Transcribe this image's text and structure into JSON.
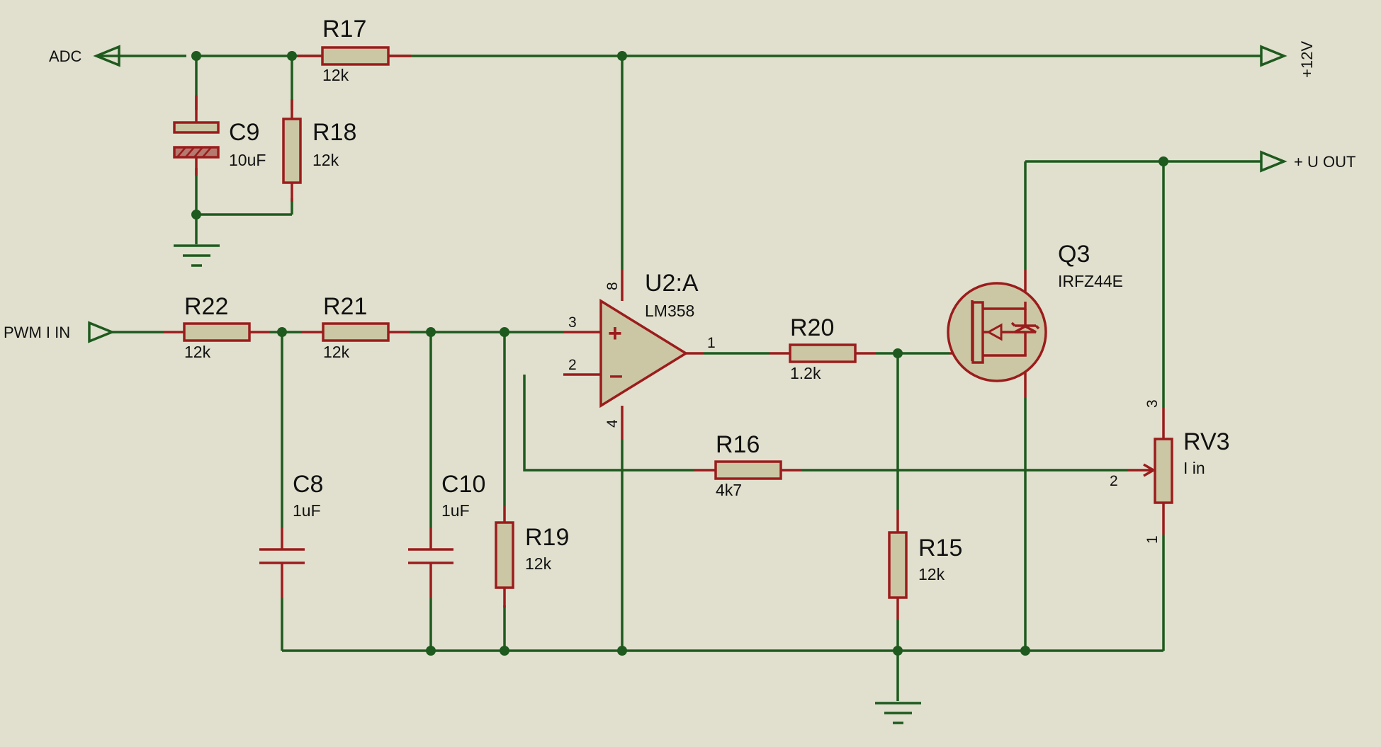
{
  "components": {
    "r17": {
      "ref": "R17",
      "value": "12k"
    },
    "r18": {
      "ref": "R18",
      "value": "12k"
    },
    "c9": {
      "ref": "C9",
      "value": "10uF"
    },
    "r22": {
      "ref": "R22",
      "value": "12k"
    },
    "r21": {
      "ref": "R21",
      "value": "12k"
    },
    "c8": {
      "ref": "C8",
      "value": "1uF"
    },
    "c10": {
      "ref": "C10",
      "value": "1uF"
    },
    "r19": {
      "ref": "R19",
      "value": "12k"
    },
    "u2": {
      "ref": "U2:A",
      "value": "LM358",
      "pin_plus": "3",
      "pin_minus": "2",
      "pin_out": "1",
      "pin_vcc": "8",
      "pin_gnd": "4"
    },
    "r20": {
      "ref": "R20",
      "value": "1.2k"
    },
    "r16": {
      "ref": "R16",
      "value": "4k7"
    },
    "r15": {
      "ref": "R15",
      "value": "12k"
    },
    "q3": {
      "ref": "Q3",
      "value": "IRFZ44E"
    },
    "rv3": {
      "ref": "RV3",
      "value": "I in",
      "pin1": "1",
      "pin2": "2",
      "pin3": "3"
    }
  },
  "nets": {
    "adc": "ADC",
    "v12": "+12V",
    "uout": "+ U OUT",
    "pwm": "PWM I IN"
  },
  "colors": {
    "background": "#e1e0ce",
    "wire": "#1e5a1e",
    "component": "#9b1c1c",
    "component_fill": "#cbc7a5"
  }
}
